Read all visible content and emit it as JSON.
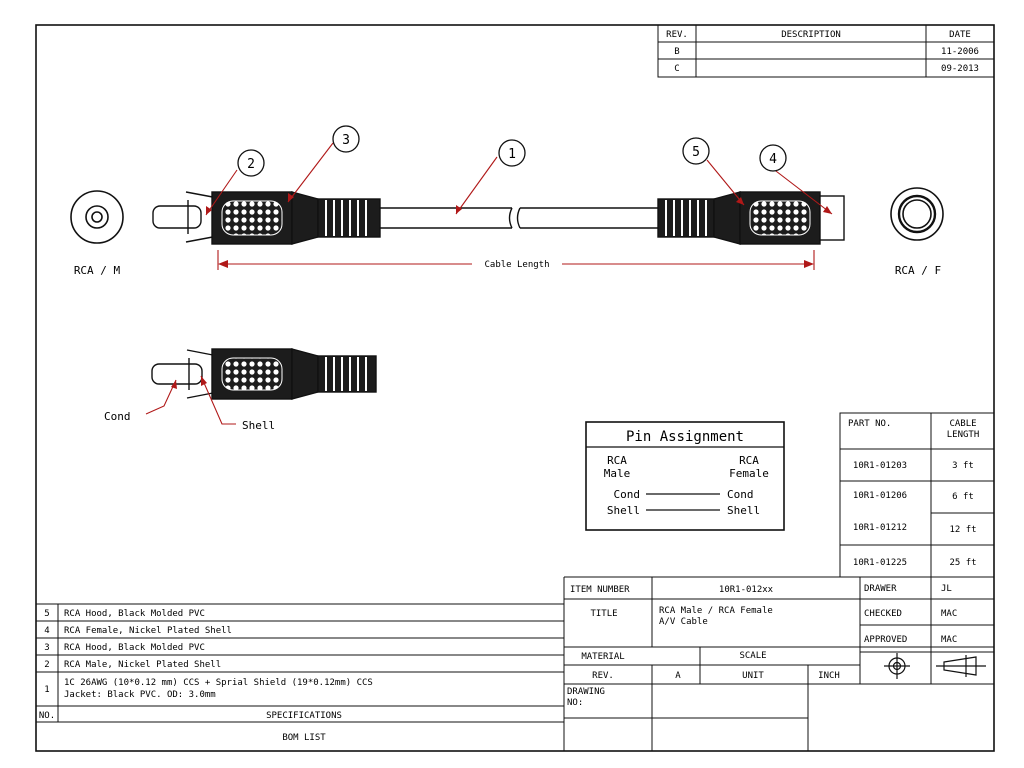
{
  "revision_table": {
    "headers": [
      "REV.",
      "DESCRIPTION",
      "DATE"
    ],
    "rows": [
      {
        "rev": "B",
        "description": "",
        "date": "11-2006"
      },
      {
        "rev": "C",
        "description": "",
        "date": "09-2013"
      }
    ]
  },
  "drawing": {
    "callouts": [
      "1",
      "2",
      "3",
      "4",
      "5"
    ],
    "male_end_label": "RCA / M",
    "female_end_label": "RCA / F",
    "cable_length_label": "Cable Length",
    "detail_labels": {
      "cond": "Cond",
      "shell": "Shell"
    }
  },
  "pin_assignment": {
    "title": "Pin Assignment",
    "left_header": [
      "RCA",
      "Male"
    ],
    "right_header": [
      "RCA",
      "Female"
    ],
    "rows": [
      {
        "left": "Cond",
        "right": "Cond"
      },
      {
        "left": "Shell",
        "right": "Shell"
      }
    ]
  },
  "part_table": {
    "headers": [
      "PART NO.",
      "CABLE",
      "LENGTH"
    ],
    "rows": [
      {
        "part": "10R1-01203",
        "length": "3 ft"
      },
      {
        "part": "10R1-01206",
        "length": "6 ft"
      },
      {
        "part": "10R1-01212",
        "length": "12 ft"
      },
      {
        "part": "10R1-01225",
        "length": "25 ft"
      }
    ]
  },
  "bom": {
    "rows": [
      {
        "no": "5",
        "spec": [
          "RCA Hood, Black Molded PVC"
        ]
      },
      {
        "no": "4",
        "spec": [
          "RCA Female, Nickel Plated Shell"
        ]
      },
      {
        "no": "3",
        "spec": [
          "RCA Hood, Black Molded PVC"
        ]
      },
      {
        "no": "2",
        "spec": [
          "RCA Male, Nickel Plated Shell"
        ]
      },
      {
        "no": "1",
        "spec": [
          "1C 26AWG (10*0.12 mm) CCS + Sprial Shield (19*0.12mm) CCS",
          "Jacket: Black PVC. OD: 3.0mm"
        ]
      }
    ],
    "no_header": "NO.",
    "spec_header": "SPECIFICATIONS",
    "footer": "BOM LIST"
  },
  "title_block": {
    "item_number_label": "ITEM NUMBER",
    "item_number": "10R1-012xx",
    "title_label": "TITLE",
    "title_lines": [
      "RCA Male / RCA Female",
      "A/V Cable"
    ],
    "material_label": "MATERIAL",
    "scale_label": "SCALE",
    "rev_label": "REV.",
    "rev_value": "A",
    "unit_label": "UNIT",
    "unit_value": "INCH",
    "drawing_no_label": [
      "DRAWING",
      "NO:"
    ],
    "drawer_label": "DRAWER",
    "drawer_value": "JL",
    "checked_label": "CHECKED",
    "checked_value": "MAC",
    "approved_label": "APPROVED",
    "approved_value": "MAC"
  },
  "colors": {
    "line": "#111111",
    "leader": "#b01818",
    "hood": "#1c1c1c"
  }
}
